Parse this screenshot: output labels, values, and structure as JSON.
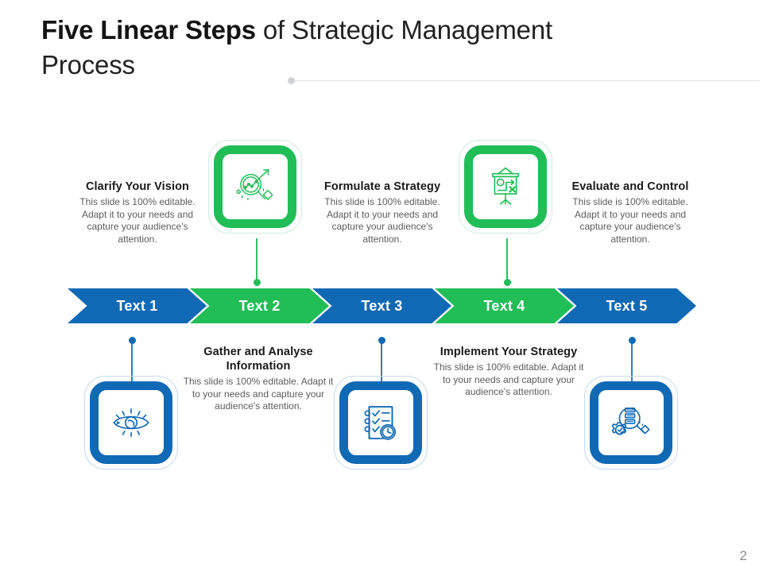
{
  "slide": {
    "title_bold": "Five Linear Steps",
    "title_rest": " of Strategic Management Process",
    "page_number": "2"
  },
  "colors": {
    "blue": "#1069B4",
    "green": "#21BD57",
    "heading": "#1a1a1a",
    "body": "#5c5c5c",
    "rule": "#e2e2e4"
  },
  "body_text": "This slide is 100% editable. Adapt it to your needs and capture your audience's attention.",
  "chevrons": [
    {
      "label": "Text 1",
      "color": "blue"
    },
    {
      "label": "Text 2",
      "color": "green"
    },
    {
      "label": "Text 3",
      "color": "blue"
    },
    {
      "label": "Text 4",
      "color": "green"
    },
    {
      "label": "Text 5",
      "color": "blue"
    }
  ],
  "steps": [
    {
      "position": "top",
      "index": 1,
      "heading": "Clarify Your Vision",
      "body": "This slide is 100% editable. Adapt it to your needs and capture your audience's attention.",
      "icon": "eye-rays-icon",
      "icon_color": "blue",
      "icon_position": "bottom"
    },
    {
      "position": "top",
      "index": 2,
      "heading": "Gather and Analyse Information",
      "body": "This slide is 100% editable. Adapt it to your needs and capture your audience's attention.",
      "icon": "magnifier-growth-chart-icon",
      "icon_color": "green",
      "icon_position": "top"
    },
    {
      "position": "top",
      "index": 3,
      "heading": "Formulate a Strategy",
      "body": "This slide is 100% editable. Adapt it to your needs and capture your audience's attention.",
      "icon": "checklist-clock-icon",
      "icon_color": "blue",
      "icon_position": "bottom"
    },
    {
      "position": "top",
      "index": 4,
      "heading": "Implement Your Strategy",
      "body": "This slide is 100% editable. Adapt it to your needs and capture your audience's attention.",
      "icon": "strategy-board-icon",
      "icon_color": "green",
      "icon_position": "top"
    },
    {
      "position": "top",
      "index": 5,
      "heading": "Evaluate and Control",
      "body": "This slide is 100% editable. Adapt it to your needs and capture your audience's attention.",
      "icon": "magnifier-gear-checklist-icon",
      "icon_color": "blue",
      "icon_position": "bottom"
    }
  ],
  "headings": {
    "clarify": "Clarify Your Vision",
    "gather": "Gather and Analyse Information",
    "formulate": "Formulate a Strategy",
    "implement": "Implement Your Strategy",
    "evaluate": "Evaluate and Control"
  }
}
